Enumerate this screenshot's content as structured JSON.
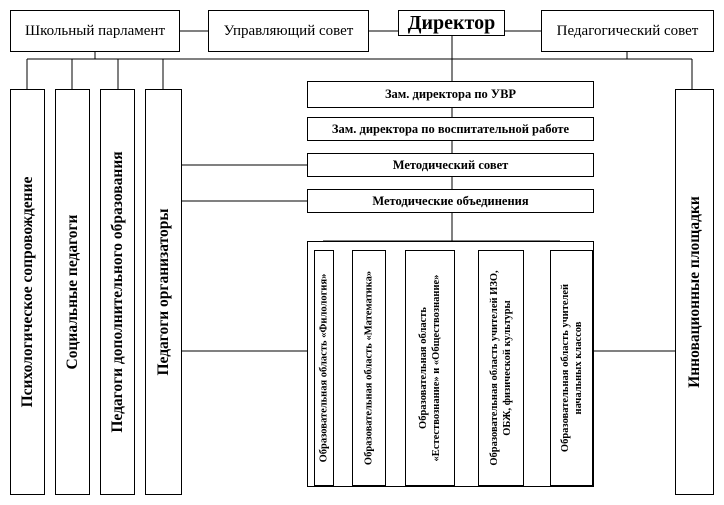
{
  "top_row": {
    "school_parliament": "Школьный парламент",
    "managing_council": "Управляющий совет",
    "director": "Директор",
    "pedagogical_council": "Педагогический совет"
  },
  "left_columns": {
    "psych_support": "Психологическое сопровождение",
    "social_teachers": "Социальные педагоги",
    "additional_education_teachers": "Педагоги дополнительного образования",
    "teacher_organizers": "Педагоги организаторы"
  },
  "right_column": {
    "innovation_sites": "Инновационные площадки"
  },
  "center_boxes": {
    "deputy_academic": "Зам. директора по УВР",
    "deputy_educational": "Зам. директора по воспитательной работе",
    "methodical_council": "Методический совет",
    "methodical_associations": "Методические объединения"
  },
  "subject_areas": {
    "philology": "Образовательная область «Филология»",
    "mathematics": "Образовательная область «Математика»",
    "science_social": [
      "Образовательная область",
      "«Естествознание» и «Обществознание»"
    ],
    "arts_safety_pe": [
      "Образовательная область учителей ИЗО,",
      "ОБЖ, физической культуры"
    ],
    "primary_teachers": [
      "Образовательная область учителей",
      "начальных классов"
    ]
  }
}
